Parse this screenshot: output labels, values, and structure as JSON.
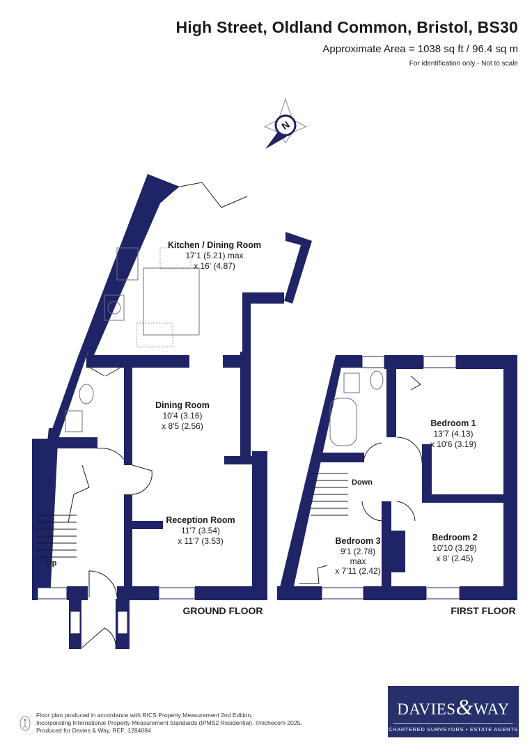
{
  "header": {
    "title": "High Street, Oldland Common, Bristol, BS30",
    "area": "Approximate Area = 1038 sq ft / 96.4 sq m",
    "note": "For identification only - Not to scale"
  },
  "compass": {
    "label": "N",
    "icon": "north-arrow-icon"
  },
  "ground_floor": {
    "label": "GROUND FLOOR",
    "rooms": [
      {
        "name": "Kitchen / Dining Room",
        "dim1": "17'1 (5.21) max",
        "dim2": "x 16' (4.87)"
      },
      {
        "name": "Dining Room",
        "dim1": "10'4 (3.16)",
        "dim2": "x 8'5 (2.56)"
      },
      {
        "name": "Reception Room",
        "dim1": "11'7 (3.54)",
        "dim2": "x 11'7 (3.53)"
      }
    ],
    "stairs_label": "Up"
  },
  "first_floor": {
    "label": "FIRST FLOOR",
    "rooms": [
      {
        "name": "Bedroom 1",
        "dim1": "13'7 (4.13)",
        "dim2": "x 10'6 (3.19)"
      },
      {
        "name": "Bedroom 2",
        "dim1": "10'10 (3.29)",
        "dim2": "x 8' (2.45)"
      },
      {
        "name": "Bedroom 3",
        "dim1": "9'1 (2.78)",
        "dim2": "max",
        "dim3": "x 7'11 (2.42)"
      }
    ],
    "stairs_label": "Down"
  },
  "footer": {
    "line1": "Floor plan produced in accordance with RICS Property Measurement 2nd Edition,",
    "line2": "Incorporating International Property Measurement Standards (IPMS2 Residential).  ©nichecom 2025.",
    "line3": "Produced for Davies & Way.  REF: 1284084"
  },
  "logo": {
    "name_left": "DAVIES",
    "ampersand": "&",
    "name_right": "WAY",
    "tagline": "CHARTERED SURVEYORS • ESTATE AGENTS"
  },
  "colors": {
    "wall": "#1e2466",
    "brand": "#27306b",
    "fixture": "#6b6f8a"
  }
}
